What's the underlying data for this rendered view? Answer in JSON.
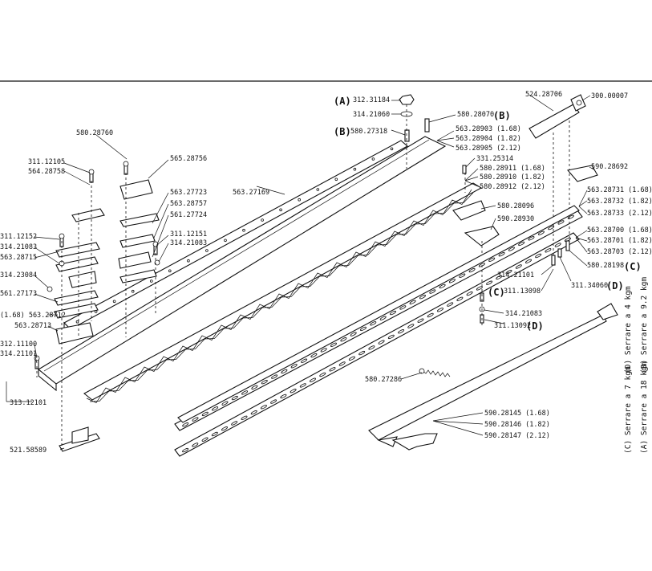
{
  "diagram": {
    "labels": [
      {
        "id": "l-580-28760",
        "text": "580.28760"
      },
      {
        "id": "l-311-12105",
        "text": "311.12105"
      },
      {
        "id": "l-564-28758",
        "text": "564.28758"
      },
      {
        "id": "l-565-28756",
        "text": "565.28756"
      },
      {
        "id": "l-563-27723",
        "text": "563.27723"
      },
      {
        "id": "l-563-28757",
        "text": "563.28757"
      },
      {
        "id": "l-561-27724",
        "text": "561.27724"
      },
      {
        "id": "l-311-12151",
        "text": "311.12151"
      },
      {
        "id": "l-314-21083a",
        "text": "314.21083"
      },
      {
        "id": "l-311-12152",
        "text": "311.12152"
      },
      {
        "id": "l-314-21083b",
        "text": "314.21083"
      },
      {
        "id": "l-563-28715",
        "text": "563.28715"
      },
      {
        "id": "l-314-23084",
        "text": "314.23084"
      },
      {
        "id": "l-561-27173",
        "text": "561.27173"
      },
      {
        "id": "l-563-28712",
        "text": "(1.68) 563.28712"
      },
      {
        "id": "l-563-28713",
        "text": "563.28713"
      },
      {
        "id": "l-312-11100",
        "text": "312.11100"
      },
      {
        "id": "l-314-21101a",
        "text": "314.21101"
      },
      {
        "id": "l-313-12101",
        "text": "313.12101"
      },
      {
        "id": "l-521-58589",
        "text": "521.58589"
      },
      {
        "id": "l-563-27169",
        "text": "563.27169"
      },
      {
        "id": "l-312-31184",
        "text": "312.31184"
      },
      {
        "id": "l-314-21060",
        "text": "314.21060"
      },
      {
        "id": "l-580-27318",
        "text": "580.27318"
      },
      {
        "id": "l-580-28070",
        "text": "580.28070"
      },
      {
        "id": "l-563-28903",
        "text": "563.28903 (1.68)"
      },
      {
        "id": "l-563-28904",
        "text": "563.28904 (1.82)"
      },
      {
        "id": "l-563-28905",
        "text": "563.28905 (2.12)"
      },
      {
        "id": "l-331-25314",
        "text": "331.25314"
      },
      {
        "id": "l-580-28911",
        "text": "580.28911 (1.68)"
      },
      {
        "id": "l-580-28910",
        "text": "580.28910 (1.82)"
      },
      {
        "id": "l-580-28912",
        "text": "580.28912 (2.12)"
      },
      {
        "id": "l-580-28096",
        "text": "580.28096"
      },
      {
        "id": "l-590-28930",
        "text": "590.28930"
      },
      {
        "id": "l-524-28706",
        "text": "524.28706"
      },
      {
        "id": "l-300-00007",
        "text": "300.00007"
      },
      {
        "id": "l-590-28692",
        "text": "590.28692"
      },
      {
        "id": "l-563-28731",
        "text": "563.28731  (1.68)"
      },
      {
        "id": "l-563-28732",
        "text": "563.28732  (1.82)"
      },
      {
        "id": "l-563-28733",
        "text": "563.28733  (2.12)"
      },
      {
        "id": "l-563-28700",
        "text": "563.28700  (1.68)"
      },
      {
        "id": "l-563-28701",
        "text": "563.28701  (1.82)"
      },
      {
        "id": "l-563-28703",
        "text": "563.28703  (2.12)"
      },
      {
        "id": "l-580-28198",
        "text": "580.28198"
      },
      {
        "id": "l-314-21101b",
        "text": "314.21101"
      },
      {
        "id": "l-311-13098",
        "text": "311.13098"
      },
      {
        "id": "l-311-34060",
        "text": "311.34060"
      },
      {
        "id": "l-314-21083c",
        "text": "314.21083"
      },
      {
        "id": "l-311-13092",
        "text": "311.13092"
      },
      {
        "id": "l-580-27286",
        "text": "580.27286"
      },
      {
        "id": "l-590-28145",
        "text": "590.28145  (1.68)"
      },
      {
        "id": "l-590-28146",
        "text": "590.28146  (1.82)"
      },
      {
        "id": "l-590-28147",
        "text": "590.28147  (2.12)"
      }
    ],
    "callouts": [
      {
        "id": "c-a",
        "text": "(A)"
      },
      {
        "id": "c-b1",
        "text": "(B)"
      },
      {
        "id": "c-b2",
        "text": "(B)"
      },
      {
        "id": "c-c1",
        "text": "(C)"
      },
      {
        "id": "c-c2",
        "text": "(C)"
      },
      {
        "id": "c-d1",
        "text": "(D)"
      },
      {
        "id": "c-d2",
        "text": "(D)"
      }
    ],
    "torque_notes": [
      {
        "id": "n-c",
        "text": "(C) Serrare a 7 kgm"
      },
      {
        "id": "n-a",
        "text": "(A) Serrare a 18 kgm"
      },
      {
        "id": "n-d",
        "text": "(D) Serrare a 4 kgm"
      },
      {
        "id": "n-b",
        "text": "(B) Serrare a 9.2 kgm"
      }
    ]
  }
}
